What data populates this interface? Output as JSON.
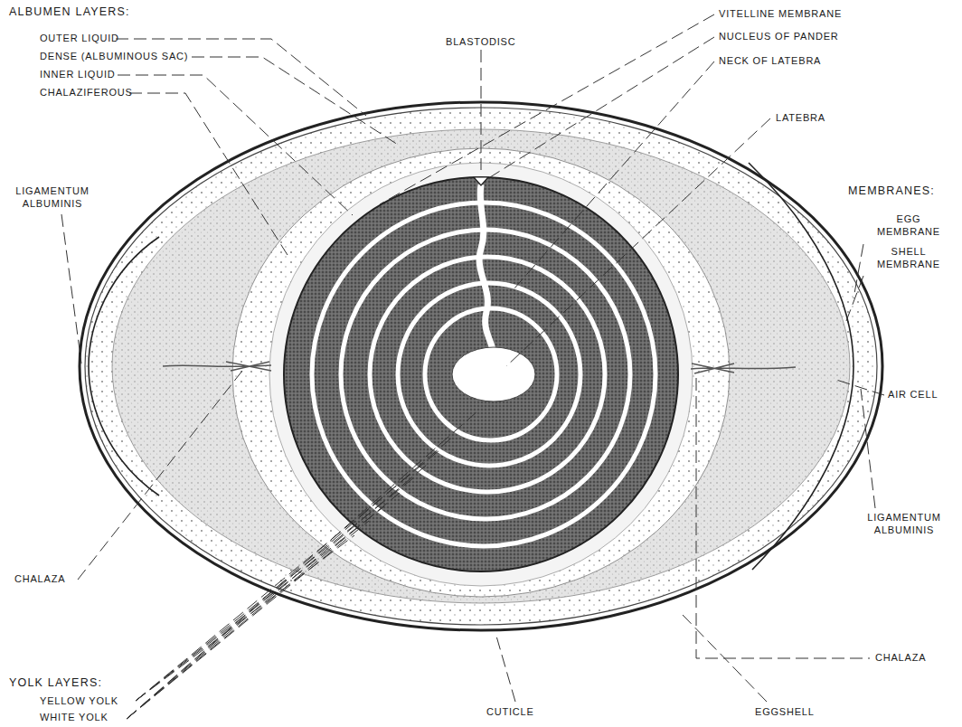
{
  "diagram": {
    "labels": [
      "ALBUMEN LAYERS:",
      "OUTER LIQUID",
      "DENSE (ALBUMINOUS SAC)",
      "INNER LIQUID",
      "CHALAZIFEROUS",
      "BLASTODISC",
      "VITELLINE MEMBRANE",
      "NUCLEUS OF PANDER",
      "NECK OF LATEBRA",
      "LATEBRA",
      "LIGAMENTUM ALBUMINIS",
      "MEMBRANES:",
      "EGG MEMBRANE",
      "SHELL MEMBRANE",
      "AIR CELL",
      "LIGAMENTUM ALBUMINIS",
      "CHALAZA",
      "CHALAZA",
      "YOLK LAYERS:",
      "YELLOW YOLK",
      "WHITE YOLK",
      "CUTICLE",
      "EGGSHELL"
    ]
  }
}
